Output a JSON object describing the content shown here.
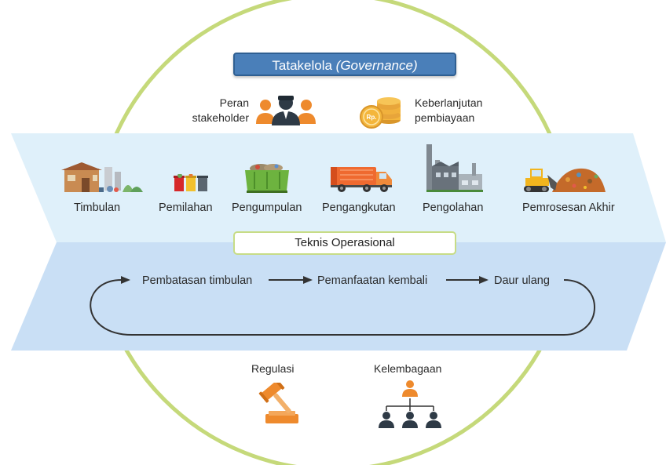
{
  "governance": {
    "title_main": "Tatakelola ",
    "title_italic": "(Governance)",
    "left_label_line1": "Peran",
    "left_label_line2": "stakeholder",
    "right_label_line1": "Keberlanjutan",
    "right_label_line2": "pembiayaan",
    "coin_text": "Rp."
  },
  "stages": [
    {
      "label": "Timbulan",
      "icon": "house-waste-icon"
    },
    {
      "label": "Pemilahan",
      "icon": "sorting-bins-icon"
    },
    {
      "label": "Pengumpulan",
      "icon": "container-icon"
    },
    {
      "label": "Pengangkutan",
      "icon": "garbage-truck-icon"
    },
    {
      "label": "Pengolahan",
      "icon": "factory-icon"
    },
    {
      "label": "Pemrosesan Akhir",
      "icon": "landfill-bulldozer-icon"
    }
  ],
  "technical": {
    "title": "Teknis Operasional",
    "cycle": [
      "Pembatasan timbulan",
      "Pemanfaatan kembali",
      "Daur ulang"
    ]
  },
  "bottom": {
    "left_label": "Regulasi",
    "right_label": "Kelembagaan"
  },
  "colors": {
    "circle": "#c5d97a",
    "band_top": "#dff0fa",
    "band_bottom": "#c9dff5",
    "title_box": "#4a7fb9",
    "accent_orange": "#ee8a2d"
  }
}
